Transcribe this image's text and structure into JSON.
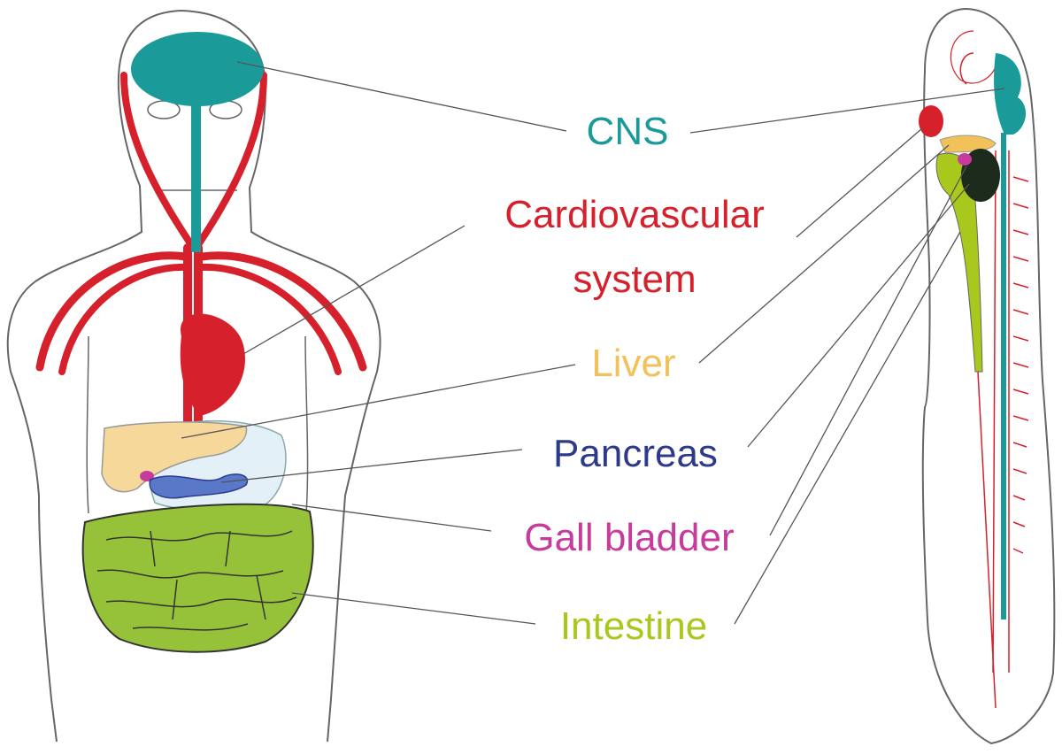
{
  "labels": {
    "cns": "CNS",
    "cardiovascular_line1": "Cardiovascular",
    "cardiovascular_line2": "system",
    "liver": "Liver",
    "pancreas": "Pancreas",
    "gall_bladder": "Gall bladder",
    "intestine": "Intestine"
  },
  "colors": {
    "cns": "#1b9a9a",
    "cardiovascular": "#d6202b",
    "liver": "#f2c15a",
    "pancreas": "#2d3a8c",
    "gall_bladder": "#c63b9b",
    "intestine": "#a8c81e",
    "outline": "#666666",
    "leader": "#555555"
  }
}
